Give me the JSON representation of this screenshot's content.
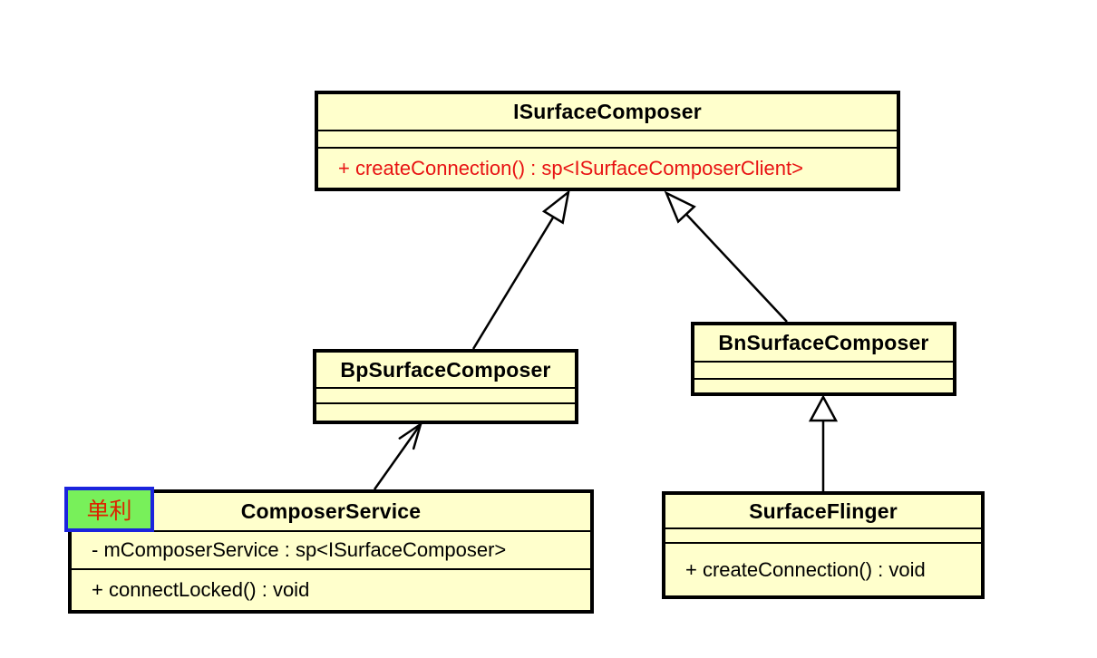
{
  "diagram": {
    "type": "uml-class-diagram",
    "colors": {
      "background": "#ffffff",
      "box_fill": "#ffffcc",
      "box_border": "#000000",
      "highlight_method_text": "#e81313",
      "annotation_fill": "#78f05a",
      "annotation_border": "#1b24dd",
      "annotation_text": "#dd2200"
    },
    "classes": {
      "isurfacecomposer": {
        "name": "ISurfaceComposer",
        "method": "+ createConnection() : sp<ISurfaceComposerClient>"
      },
      "bpsurfacecomposer": {
        "name": "BpSurfaceComposer"
      },
      "bnsurfacecomposer": {
        "name": "BnSurfaceComposer"
      },
      "composerservice": {
        "name": "ComposerService",
        "annotation": "单利",
        "attribute": "- mComposerService : sp<ISurfaceComposer>",
        "method": "+ connectLocked() : void"
      },
      "surfaceflinger": {
        "name": "SurfaceFlinger",
        "method": "+ createConnection() : void"
      }
    },
    "relations": [
      {
        "from": "BpSurfaceComposer",
        "to": "ISurfaceComposer",
        "type": "generalization"
      },
      {
        "from": "BnSurfaceComposer",
        "to": "ISurfaceComposer",
        "type": "generalization"
      },
      {
        "from": "SurfaceFlinger",
        "to": "BnSurfaceComposer",
        "type": "generalization"
      },
      {
        "from": "ComposerService",
        "to": "BpSurfaceComposer",
        "type": "arrow"
      }
    ]
  }
}
